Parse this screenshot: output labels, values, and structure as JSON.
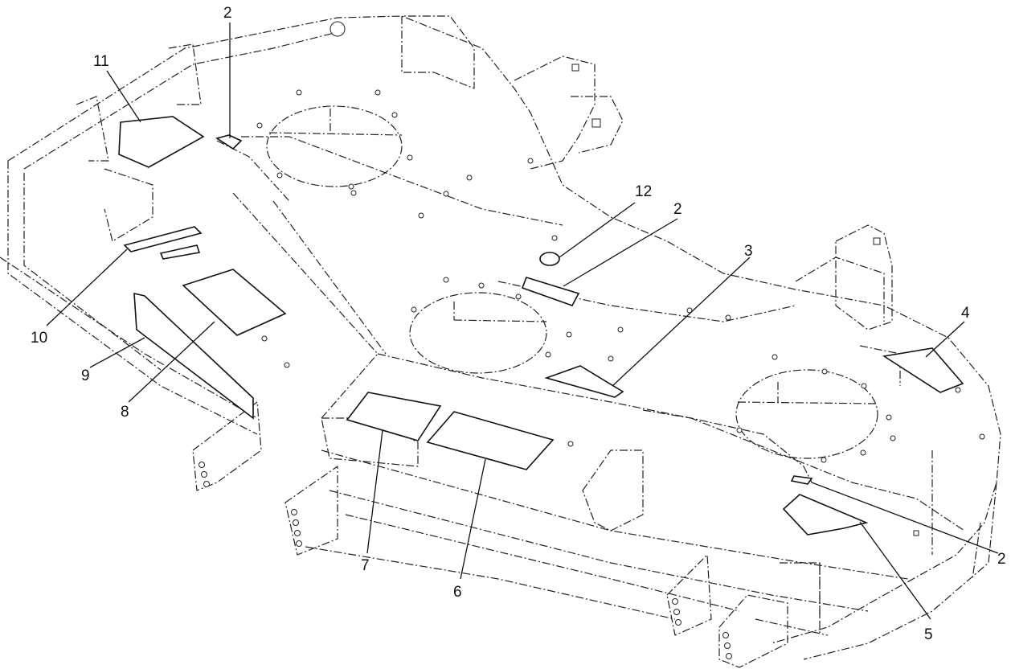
{
  "callouts": {
    "c2_top": "2",
    "c11": "11",
    "c12": "12",
    "c2_mid": "2",
    "c3": "3",
    "c4": "4",
    "c10": "10",
    "c9": "9",
    "c8": "8",
    "c7": "7",
    "c6": "6",
    "c5": "5",
    "c2_right": "2"
  }
}
